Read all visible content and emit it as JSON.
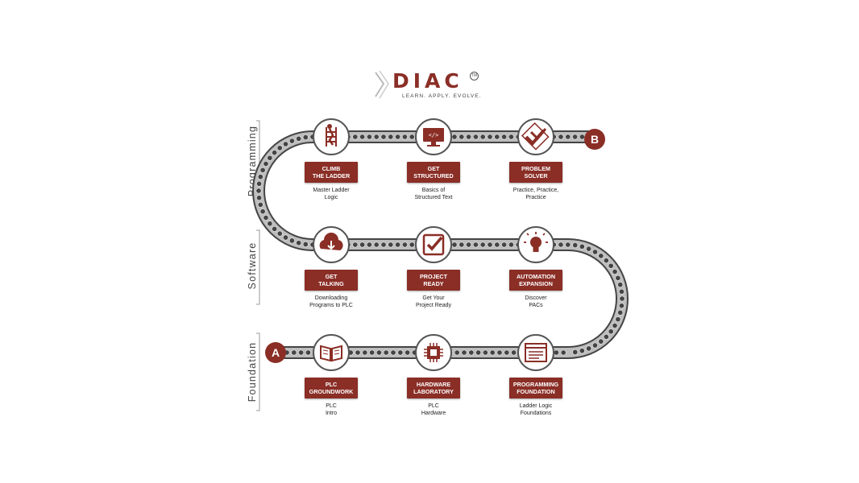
{
  "logo": {
    "word": "DIAC",
    "tm": "TM",
    "tagline": "LEARN. APPLY. EVOLVE."
  },
  "sections": [
    {
      "id": "programming",
      "label": "Programming"
    },
    {
      "id": "software",
      "label": "Software"
    },
    {
      "id": "foundation",
      "label": "Foundation"
    }
  ],
  "markers": {
    "start": "A",
    "end": "B"
  },
  "colors": {
    "accent": "#8a2e26",
    "track": "#444444",
    "dot": "#d9d9d9"
  },
  "nodes": [
    {
      "id": "climb-the-ladder",
      "icon": "ladder-climber-icon",
      "title": [
        "CLIMB",
        "THE LADDER"
      ],
      "desc": [
        "Master Ladder",
        "Logic"
      ]
    },
    {
      "id": "get-structured",
      "icon": "code-monitor-icon",
      "title": [
        "GET",
        "STRUCTURED"
      ],
      "desc": [
        "Basics of",
        "Structured Text"
      ]
    },
    {
      "id": "problem-solver",
      "icon": "double-check-icon",
      "title": [
        "PROBLEM",
        "SOLVER"
      ],
      "desc": [
        "Practice, Practice,",
        "Practice"
      ]
    },
    {
      "id": "get-talking",
      "icon": "cloud-download-icon",
      "title": [
        "GET",
        "TALKING"
      ],
      "desc": [
        "Downloading",
        "Programs to PLC"
      ]
    },
    {
      "id": "project-ready",
      "icon": "checkbox-icon",
      "title": [
        "PROJECT",
        "READY"
      ],
      "desc": [
        "Get Your",
        "Project Ready"
      ]
    },
    {
      "id": "automation-expansion",
      "icon": "lightbulb-icon",
      "title": [
        "AUTOMATION",
        "EXPANSION"
      ],
      "desc": [
        "Discover",
        "PACs"
      ]
    },
    {
      "id": "plc-groundwork",
      "icon": "open-book-icon",
      "title": [
        "PLC",
        "GROUNDWORK"
      ],
      "desc": [
        "PLC",
        "Intro"
      ]
    },
    {
      "id": "hardware-laboratory",
      "icon": "microchip-icon",
      "title": [
        "HARDWARE",
        "LABORATORY"
      ],
      "desc": [
        "PLC",
        "Hardware"
      ]
    },
    {
      "id": "programming-foundation",
      "icon": "document-list-icon",
      "title": [
        "PROGRAMMING",
        "FOUNDATION"
      ],
      "desc": [
        "Ladder Logic",
        "Foundations"
      ]
    }
  ]
}
